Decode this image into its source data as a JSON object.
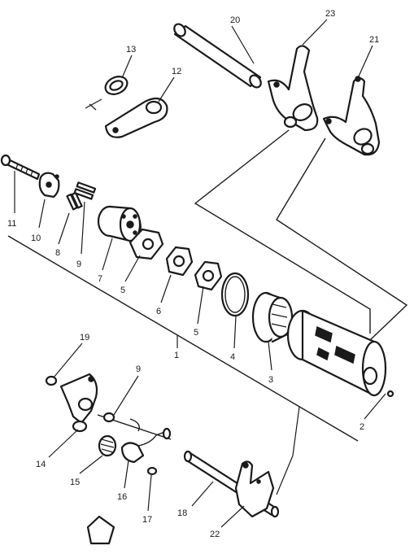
{
  "callouts": {
    "c1": "1",
    "c2": "2",
    "c3": "3",
    "c4": "4",
    "c5a": "5",
    "c5b": "5",
    "c6": "6",
    "c7": "7",
    "c8": "8",
    "c9a": "9",
    "c9b": "9",
    "c10": "10",
    "c11": "11",
    "c12": "12",
    "c13": "13",
    "c14": "14",
    "c15": "15",
    "c16": "16",
    "c17": "17",
    "c18": "18",
    "c19": "19",
    "c20": "20",
    "c21": "21",
    "c22": "22",
    "c23": "23"
  },
  "colors": {
    "ink": "#1a1a1a",
    "paper": "#ffffff"
  }
}
